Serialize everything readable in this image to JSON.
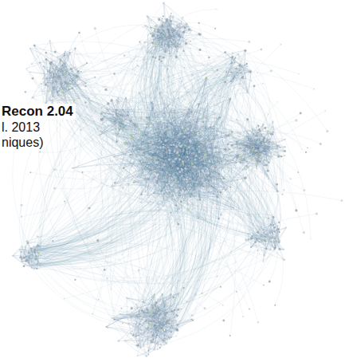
{
  "diagram": {
    "labels": [
      "Recon 2.04",
      "l. 2013",
      "niques)"
    ]
  }
}
